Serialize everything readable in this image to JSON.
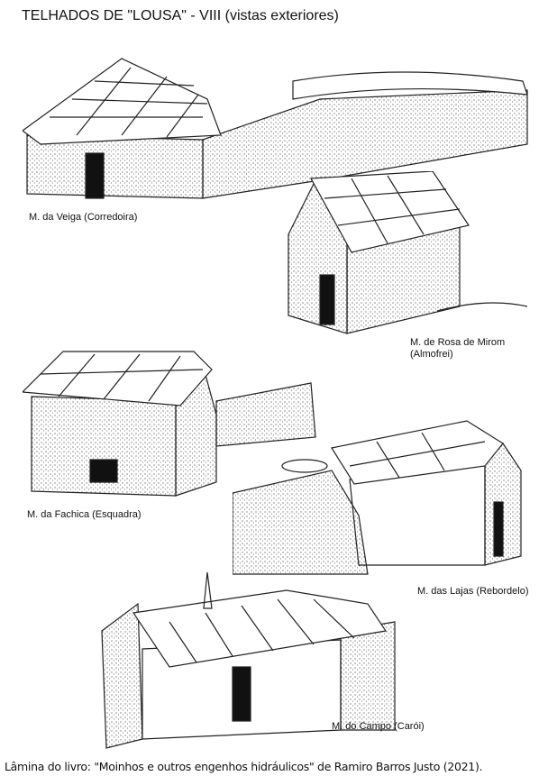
{
  "title": "TELHADOS DE \"LOUSA\" - VIII (vistas exteriores)",
  "illustrations": [
    {
      "caption": "M. da Veiga (Corredoira)"
    },
    {
      "caption_line1": "M. de Rosa de Mirom",
      "caption_line2": "(Almofrei)"
    },
    {
      "caption": "M. da Fachica (Esquadra)"
    },
    {
      "caption": "M. das Lajas (Rebordelo)"
    },
    {
      "caption": "M. do Campo (Carói)"
    }
  ],
  "footer": "Lâmina do livro: \"Moinhos e outros engenhos hidráulicos\" de Ramiro Barros Justo (2021)."
}
